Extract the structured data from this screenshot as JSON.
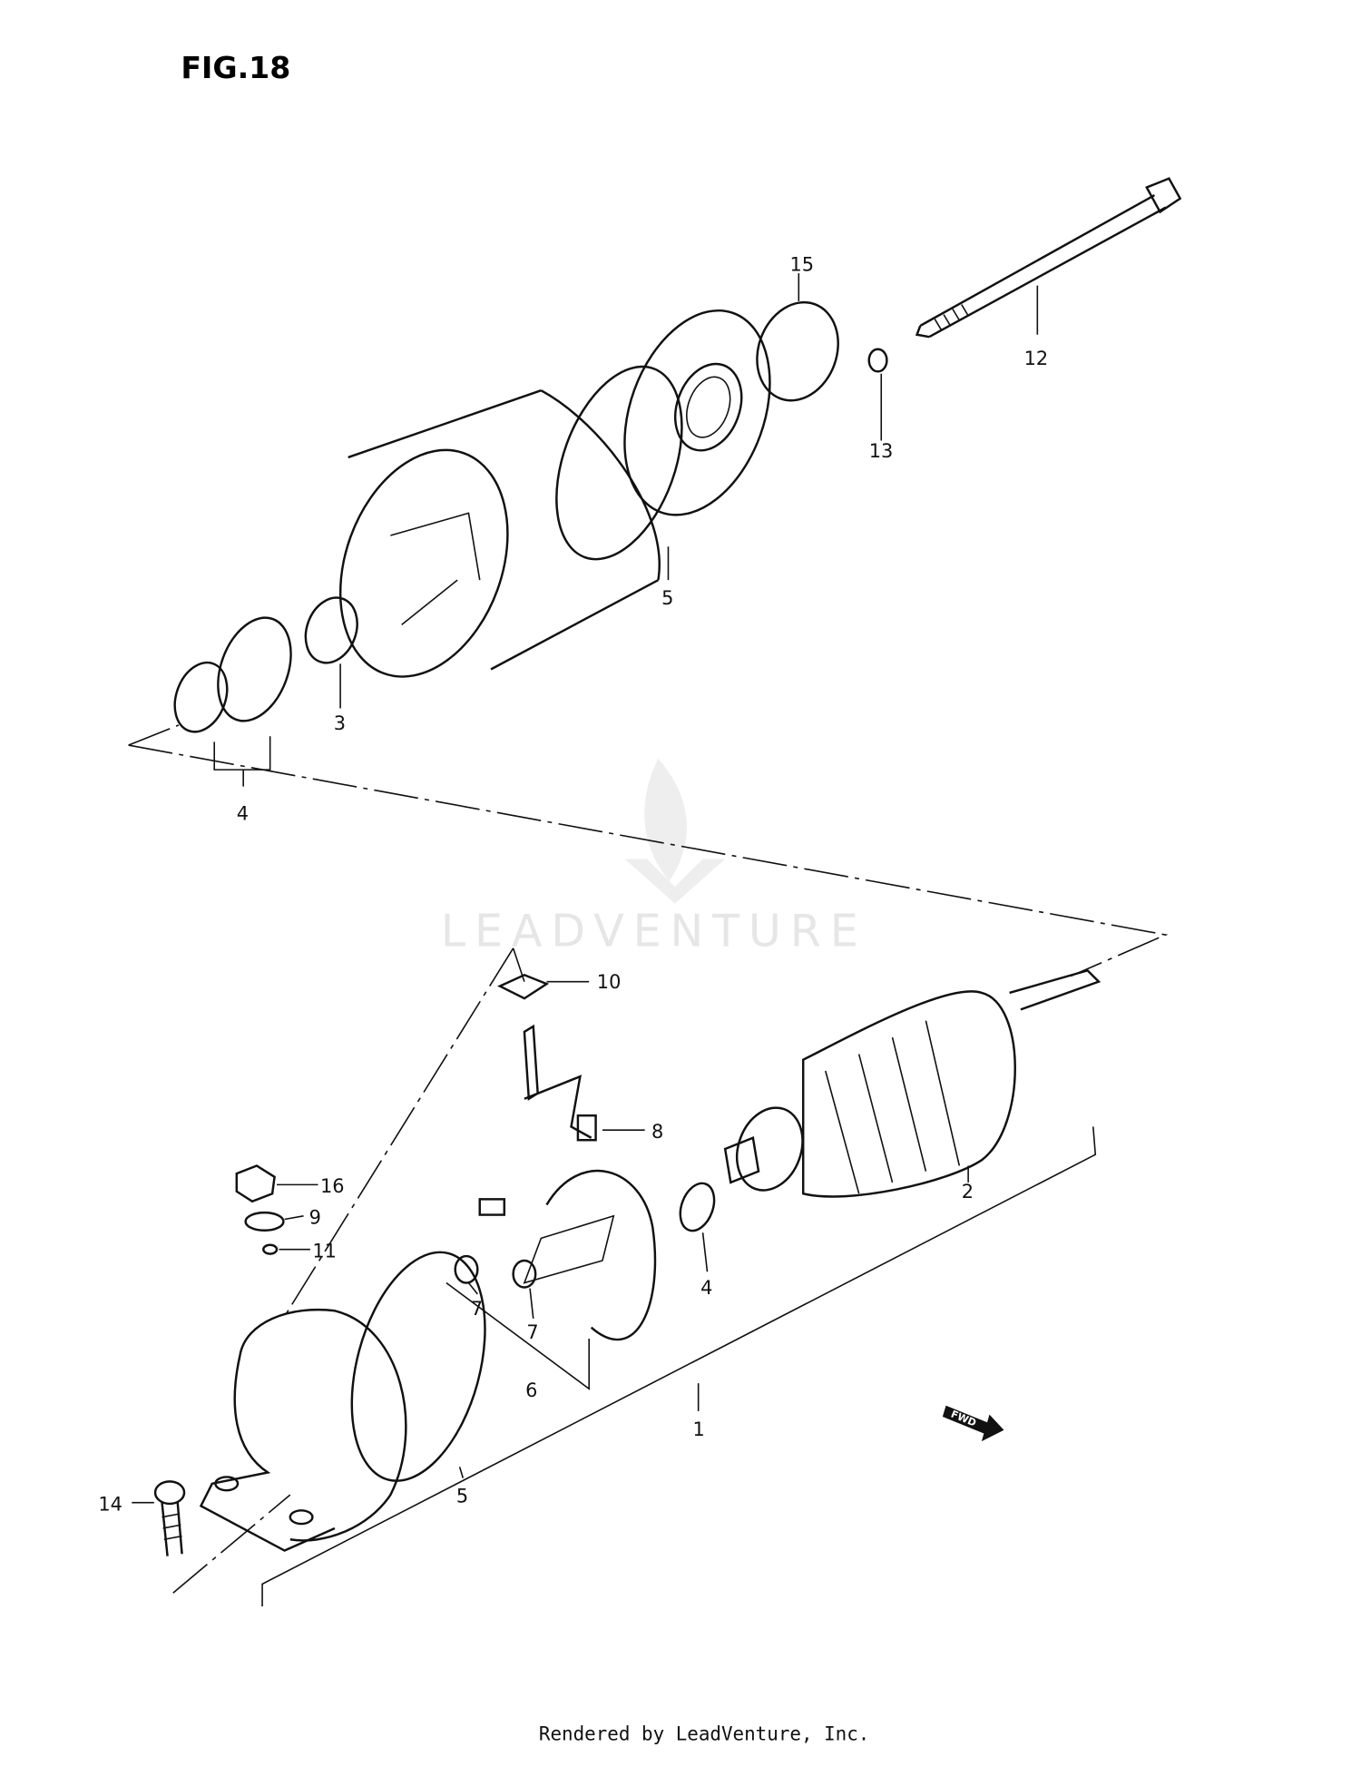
{
  "figure": {
    "title": "FIG.18"
  },
  "watermark": "LEADVENTURE",
  "footer": "Rendered by LeadVenture, Inc.",
  "fwd_label": "FWD",
  "callouts": [
    "15",
    "12",
    "13",
    "5",
    "3",
    "4",
    "10",
    "8",
    "16",
    "9",
    "11",
    "2",
    "4",
    "7",
    "7",
    "6",
    "1",
    "5",
    "14"
  ]
}
